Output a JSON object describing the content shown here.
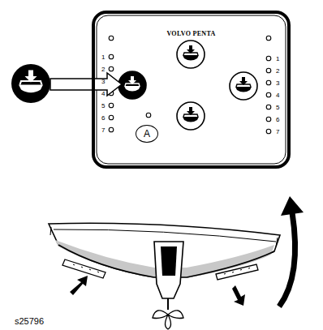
{
  "diagram": {
    "nodes": [
      {
        "text": [
          "VOLVO PENTA"
        ]
      },
      {
        "text": [
          "A"
        ],
        "in": 0
      }
    ],
    "labels": [
      "1",
      "2",
      "3",
      "4",
      "5",
      "6",
      "7",
      "1",
      "2",
      "3",
      "4",
      "5",
      "6",
      "7",
      "s25796"
    ]
  }
}
